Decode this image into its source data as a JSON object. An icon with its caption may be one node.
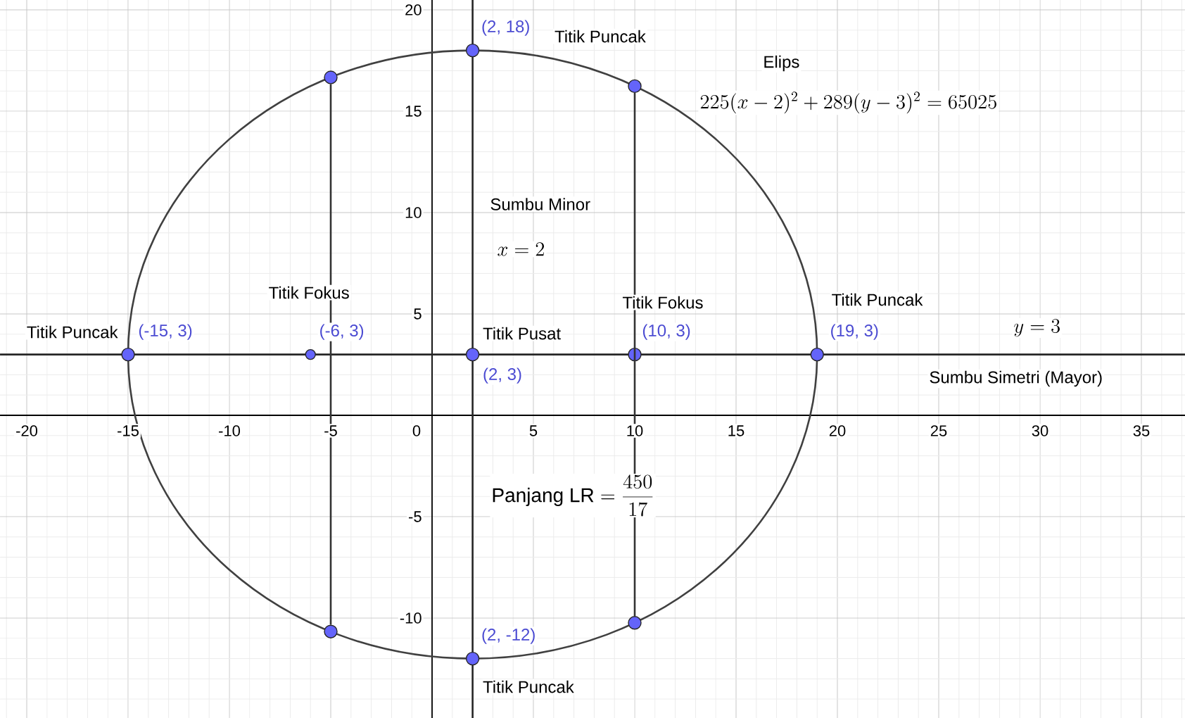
{
  "diagram": {
    "nodes": [
      {
        "text": [],
        "shape": "circle",
        "beside": [
          "(2, 18)",
          "Titik Puncak"
        ]
      },
      {
        "text": [],
        "shape": "circle"
      },
      {
        "text": [],
        "shape": "circle"
      },
      {
        "text": [],
        "shape": "circle",
        "beside": [
          "Titik Puncak",
          "(-15, 3)"
        ]
      },
      {
        "text": [],
        "shape": "circle",
        "beside": [
          "Titik Fokus",
          "(-6, 3)"
        ]
      },
      {
        "text": [],
        "shape": "circle",
        "beside": [
          "Titik Pusat",
          "(2, 3)"
        ]
      },
      {
        "text": [],
        "shape": "circle",
        "beside": [
          "Titik Fokus",
          "(10, 3)"
        ]
      },
      {
        "text": [],
        "shape": "circle",
        "beside": [
          "Titik Puncak",
          "(19, 3)"
        ]
      },
      {
        "text": [],
        "shape": "circle"
      },
      {
        "text": [],
        "shape": "circle"
      },
      {
        "text": [],
        "shape": "circle",
        "beside": [
          "(2, -12)",
          "Titik Puncak"
        ]
      }
    ],
    "edges": [
      {
        "from": 1,
        "to": 8,
        "arrow": "none"
      },
      {
        "from": 2,
        "to": 9,
        "arrow": "none"
      }
    ],
    "labels": [
      "Elips",
      "225(x-2)^2+289(y-3)^2=65025",
      "Sumbu Minor",
      "x=2",
      "y=3",
      "Sumbu Simetri (Mayor)",
      "\\mathrm{Panjang\\ LR}=\\frac{450}{17}",
      "20",
      "15",
      "10",
      "5",
      "-5",
      "-10",
      "-20",
      "-15",
      "-10",
      "-5",
      "0",
      "5",
      "10",
      "15",
      "20",
      "25",
      "30",
      "35"
    ]
  }
}
